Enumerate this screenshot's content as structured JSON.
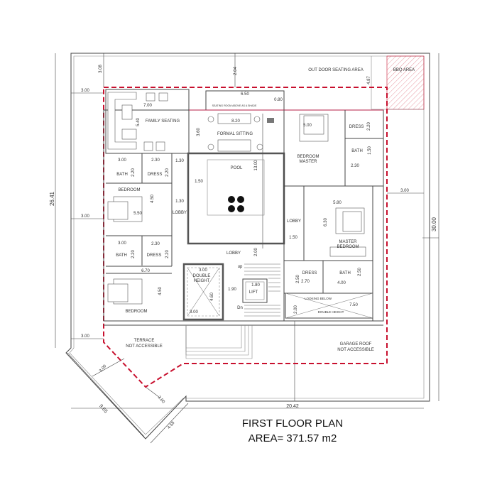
{
  "title": "FIRST  FLOOR PLAN",
  "area": "AREA= 371.57 m2",
  "colors": {
    "boundary": "#c8102e",
    "walls": "#444444",
    "bbq_hatch": "#e89aa3"
  },
  "rooms": {
    "outdoor": "OUT DOOR SEATING AREA",
    "bbq": "BBQ AREA",
    "family": "FAMILY SEATING",
    "formal": "FORMAL SITTING",
    "seating_room": "SEATING ROOM ABOVE AS A SHADE",
    "pool": "POOL",
    "bedroom_master_1": "BEDROOM",
    "bedroom_master_2": "MASTER",
    "dress_tr": "DRESS",
    "bath_tr": "BATH",
    "bath_l1": "BATH",
    "dress_l1": "DRESS",
    "bedroom_l1": "BEDROOM",
    "lobby_l": "LOBBY",
    "lobby_c": "LOBBY",
    "lobby_r": "LOBBY",
    "master_bedroom_1": "MASTER",
    "master_bedroom_2": "BEDROOM",
    "bath_l2": "BATH",
    "dress_l2": "DRESS",
    "dress_br": "DRESS",
    "bath_br": "BATH",
    "double_height_1": "DOUBLE",
    "double_height_2": "HEIGHT",
    "lift": "LIFT",
    "up": "up",
    "dn": "Dn",
    "bedroom_l2": "BEDROOM",
    "looking_below": "LOOKING BELOW",
    "double_height_b": "DOUBLE HEIGHT",
    "terrace_1": "TERRACE",
    "terrace_2": "NOT ACCESSIBLE",
    "garage_1": "GARAGE ROOF",
    "garage_2": "NOT ACCESSIBLE"
  },
  "dims": [
    "3.08",
    "2.04",
    "3.00",
    "6.50",
    "0.80",
    "4.87",
    "7.00",
    "5.40",
    "8.20",
    "3.60",
    "13.00",
    "5.00",
    "2.20",
    "1.50",
    "2.30",
    "1.30",
    "3.00",
    "2.30",
    "2.20",
    "2.20",
    "1.50",
    "26.41",
    "3.00",
    "1.30",
    "4.50",
    "5.50",
    "5.80",
    "6.30",
    "1.50",
    "3.00",
    "30.00",
    "3.00",
    "2.30",
    "2.20",
    "2.20",
    "2.00",
    "6.70",
    "3.00",
    "4.50",
    "4.60",
    "1.90",
    "1.80",
    "2.50",
    "2.70",
    "4.00",
    "7.50",
    "2.00",
    "2.50",
    "3.00",
    "3.00",
    "9.65",
    "3.00",
    "4.58",
    "20.42",
    "3.00"
  ]
}
